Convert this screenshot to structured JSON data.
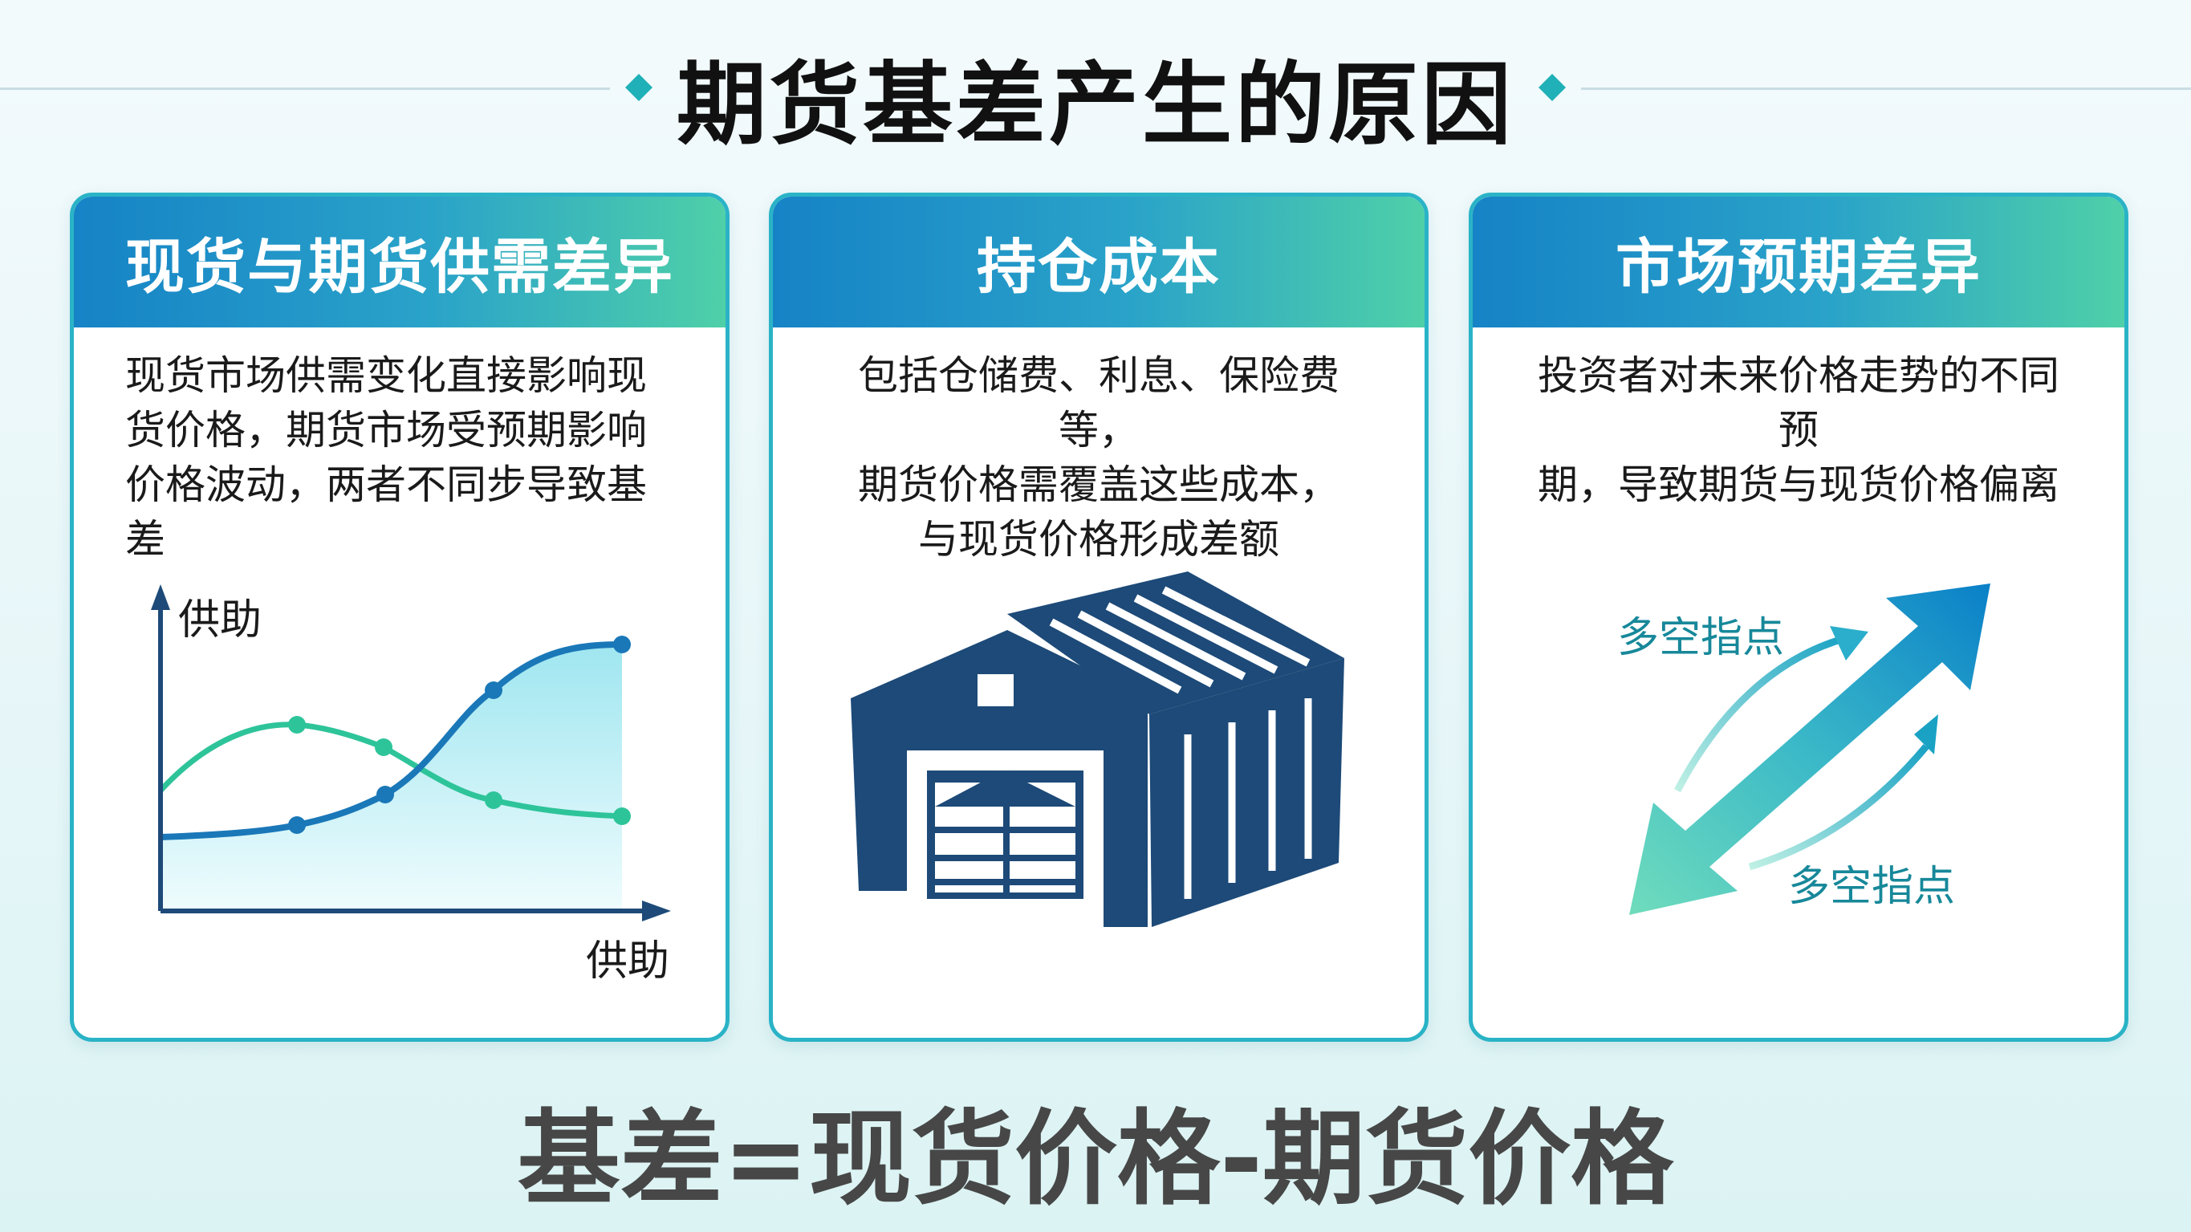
{
  "title": "期货基差产生的原因",
  "cards": [
    {
      "heading": "现货与期货供需差异",
      "text": "现货市场供需变化直接影响现货价格，期货市场受预期影响价格波动，两者不同步导致基差",
      "chart": {
        "y_axis_label": "供助",
        "x_axis_label": "供助",
        "colors": {
          "line1": "#1a78b8",
          "line2": "#2ec49a",
          "fill": "#a8e8f0"
        }
      }
    },
    {
      "heading": "持仓成本",
      "text_lines": [
        "包括仓储费、利息、保险费等，",
        "期货价格需覆盖这些成本，",
        "与现货价格形成差额"
      ],
      "icon": "warehouse-icon"
    },
    {
      "heading": "市场预期差异",
      "text_lines": [
        "投资者对未来价格走势的不同预",
        "期，导致期货与现货价格偏离"
      ],
      "labels": [
        "多空指点",
        "多空指点"
      ],
      "icon": "double-arrow-icon"
    }
  ],
  "formula": "基差=现货价格-期货价格",
  "colors": {
    "accent": "#2ab3c6",
    "header_start": "#1683c6",
    "header_end": "#4fd0a8",
    "navy": "#1d4a78"
  }
}
